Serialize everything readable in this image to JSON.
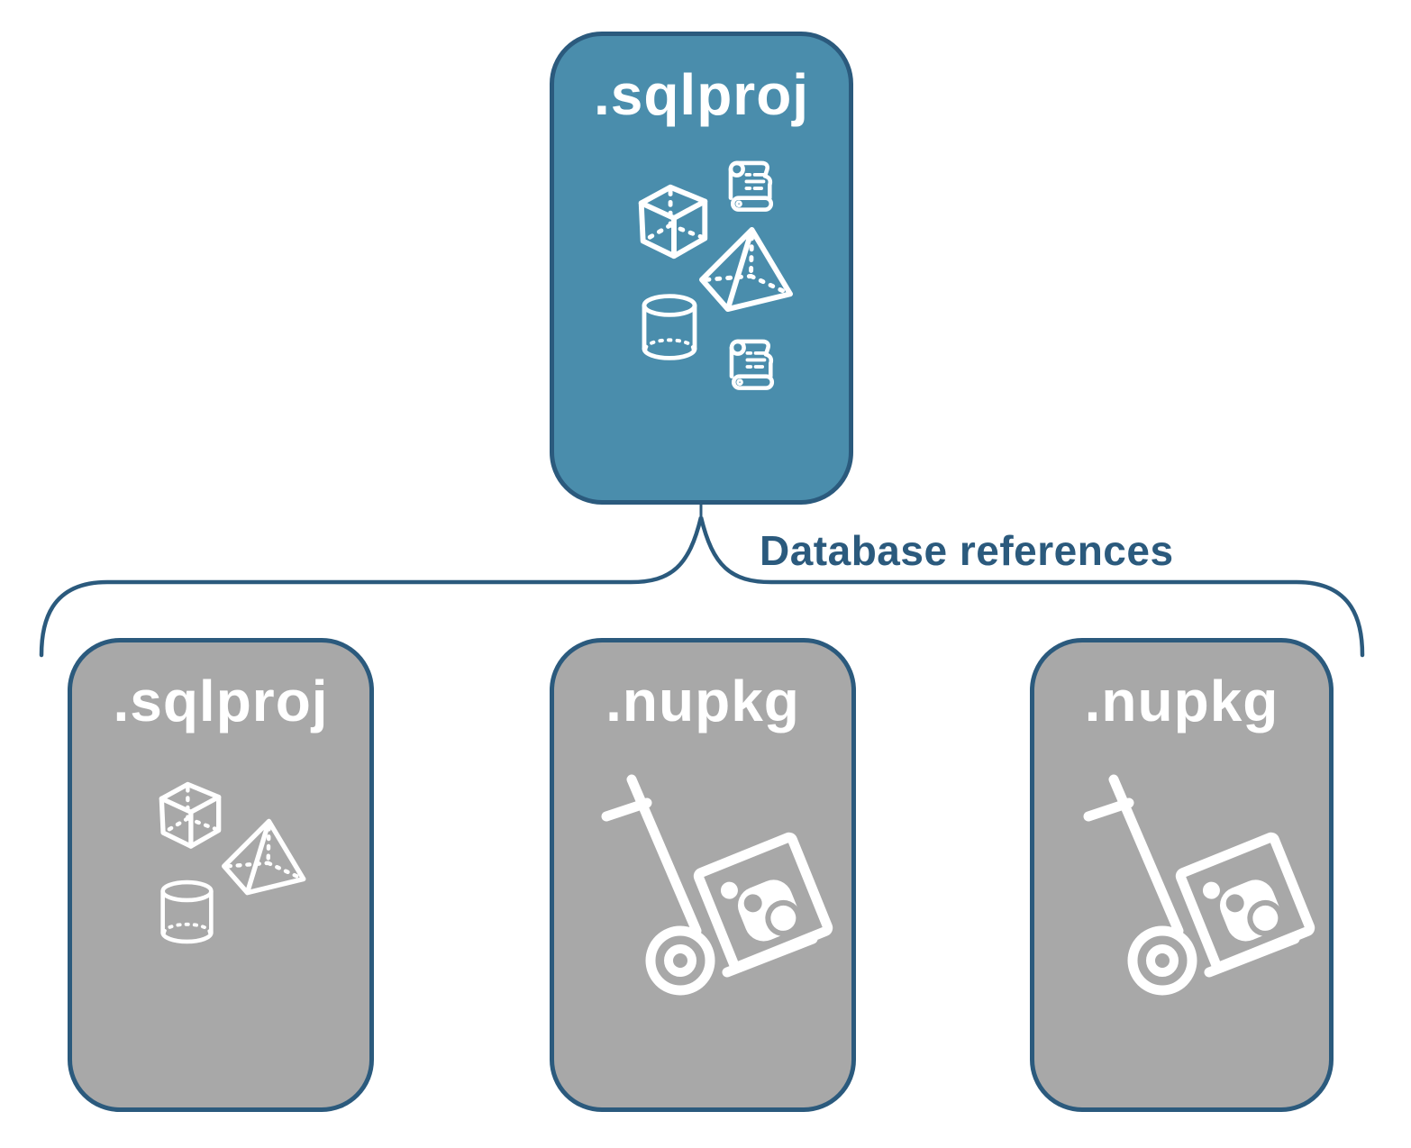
{
  "diagram": {
    "root": {
      "label": ".sqlproj",
      "kind": "sql-project",
      "icons": [
        "cube-icon",
        "scroll-icon",
        "pyramid-icon",
        "cylinder-icon",
        "scroll-icon"
      ]
    },
    "connector": {
      "label": "Database references"
    },
    "children": [
      {
        "label": ".sqlproj",
        "kind": "sql-project",
        "icons": [
          "cube-icon",
          "pyramid-icon",
          "cylinder-icon"
        ]
      },
      {
        "label": ".nupkg",
        "kind": "nuget-package",
        "icons": [
          "nuget-handtruck-icon"
        ]
      },
      {
        "label": ".nupkg",
        "kind": "nuget-package",
        "icons": [
          "nuget-handtruck-icon"
        ]
      }
    ],
    "colors": {
      "accent": "#2b5a7d",
      "root_fill": "#4a8dac",
      "child_fill": "#a8a8a8",
      "icon": "#ffffff",
      "background": "#ffffff"
    }
  }
}
